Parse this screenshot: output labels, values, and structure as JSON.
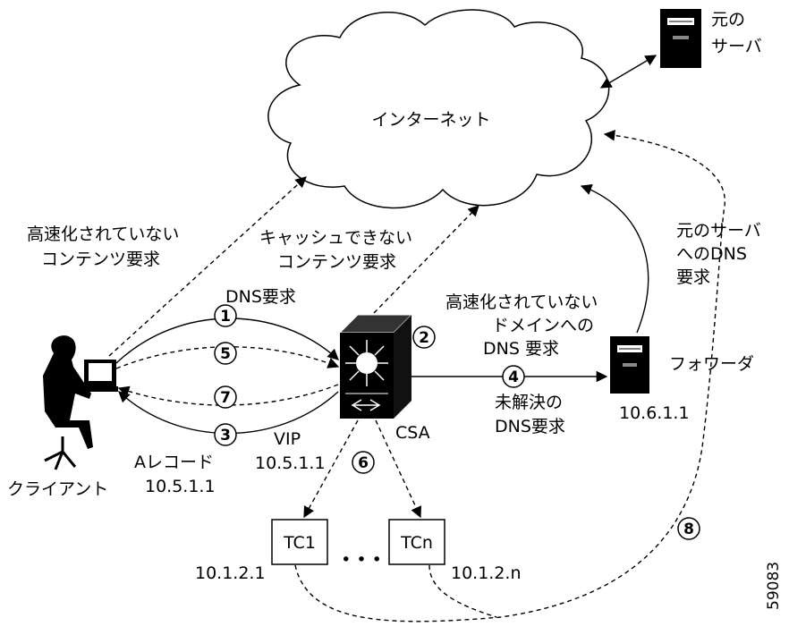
{
  "internet": "インターネット",
  "origin_server": [
    "元の",
    "サーバ"
  ],
  "forwarder": "フォワーダ",
  "forwarder_ip": "10.6.1.1",
  "csa": "CSA",
  "client": "クライアント",
  "uncached_content": [
    "高速化されていない",
    "コンテンツ要求"
  ],
  "noncacheable_content": [
    "キャッシュできない",
    "コンテンツ要求"
  ],
  "dns_request": "DNS要求",
  "non_accelerated_domain_dns": [
    "高速化されていない",
    "ドメインへの",
    "DNS 要求"
  ],
  "unresolved_dns": [
    "未解決の",
    "DNS要求"
  ],
  "origin_dns": [
    "元のサーバ",
    "へのDNS",
    "要求"
  ],
  "vip": [
    "VIP",
    "10.5.1.1"
  ],
  "a_record": [
    "Aレコード",
    "10.5.1.1"
  ],
  "tc1": "TC1",
  "tcn": "TCn",
  "ellipsis": "• • •",
  "tc1_ip": "10.1.2.1",
  "tcn_ip": "10.1.2.n",
  "figure_id": "59083",
  "steps": [
    "1",
    "2",
    "3",
    "4",
    "5",
    "6",
    "7",
    "8"
  ]
}
